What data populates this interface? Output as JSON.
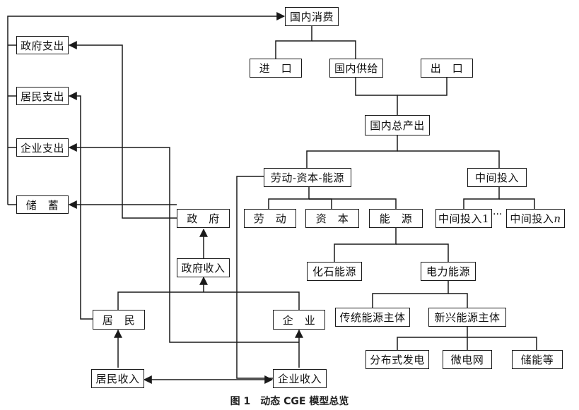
{
  "nodes": {
    "domestic_consumption": "国内消费",
    "gov_expenditure": "政府支出",
    "resident_expenditure": "居民支出",
    "enterprise_expenditure": "企业支出",
    "savings": "储　蓄",
    "import": "进　口",
    "domestic_supply": "国内供给",
    "export": "出　口",
    "domestic_total_output": "国内总产出",
    "lke": "劳动-资本-能源",
    "intermediate_input": "中间投入",
    "labor": "劳　动",
    "capital": "资　本",
    "energy": "能　源",
    "intermediate_input_1": "中间投入1",
    "intermediate_input_n_prefix": "中间投入",
    "intermediate_input_n_suffix": "n",
    "ellipsis": "···",
    "government": "政　府",
    "fossil_energy": "化石能源",
    "electric_energy": "电力能源",
    "gov_income": "政府收入",
    "traditional_energy_entity": "传统能源主体",
    "new_energy_entity": "新兴能源主体",
    "resident": "居　民",
    "enterprise": "企　业",
    "distributed_generation": "分布式发电",
    "microgrid": "微电网",
    "energy_storage": "储能等",
    "resident_income": "居民收入",
    "enterprise_income": "企业收入"
  },
  "caption": {
    "figure_number": "图 1",
    "title": "动态 CGE 模型总览"
  },
  "colors": {
    "line": "#1a1a1a",
    "border": "#1a1a1a",
    "background": "#ffffff"
  }
}
